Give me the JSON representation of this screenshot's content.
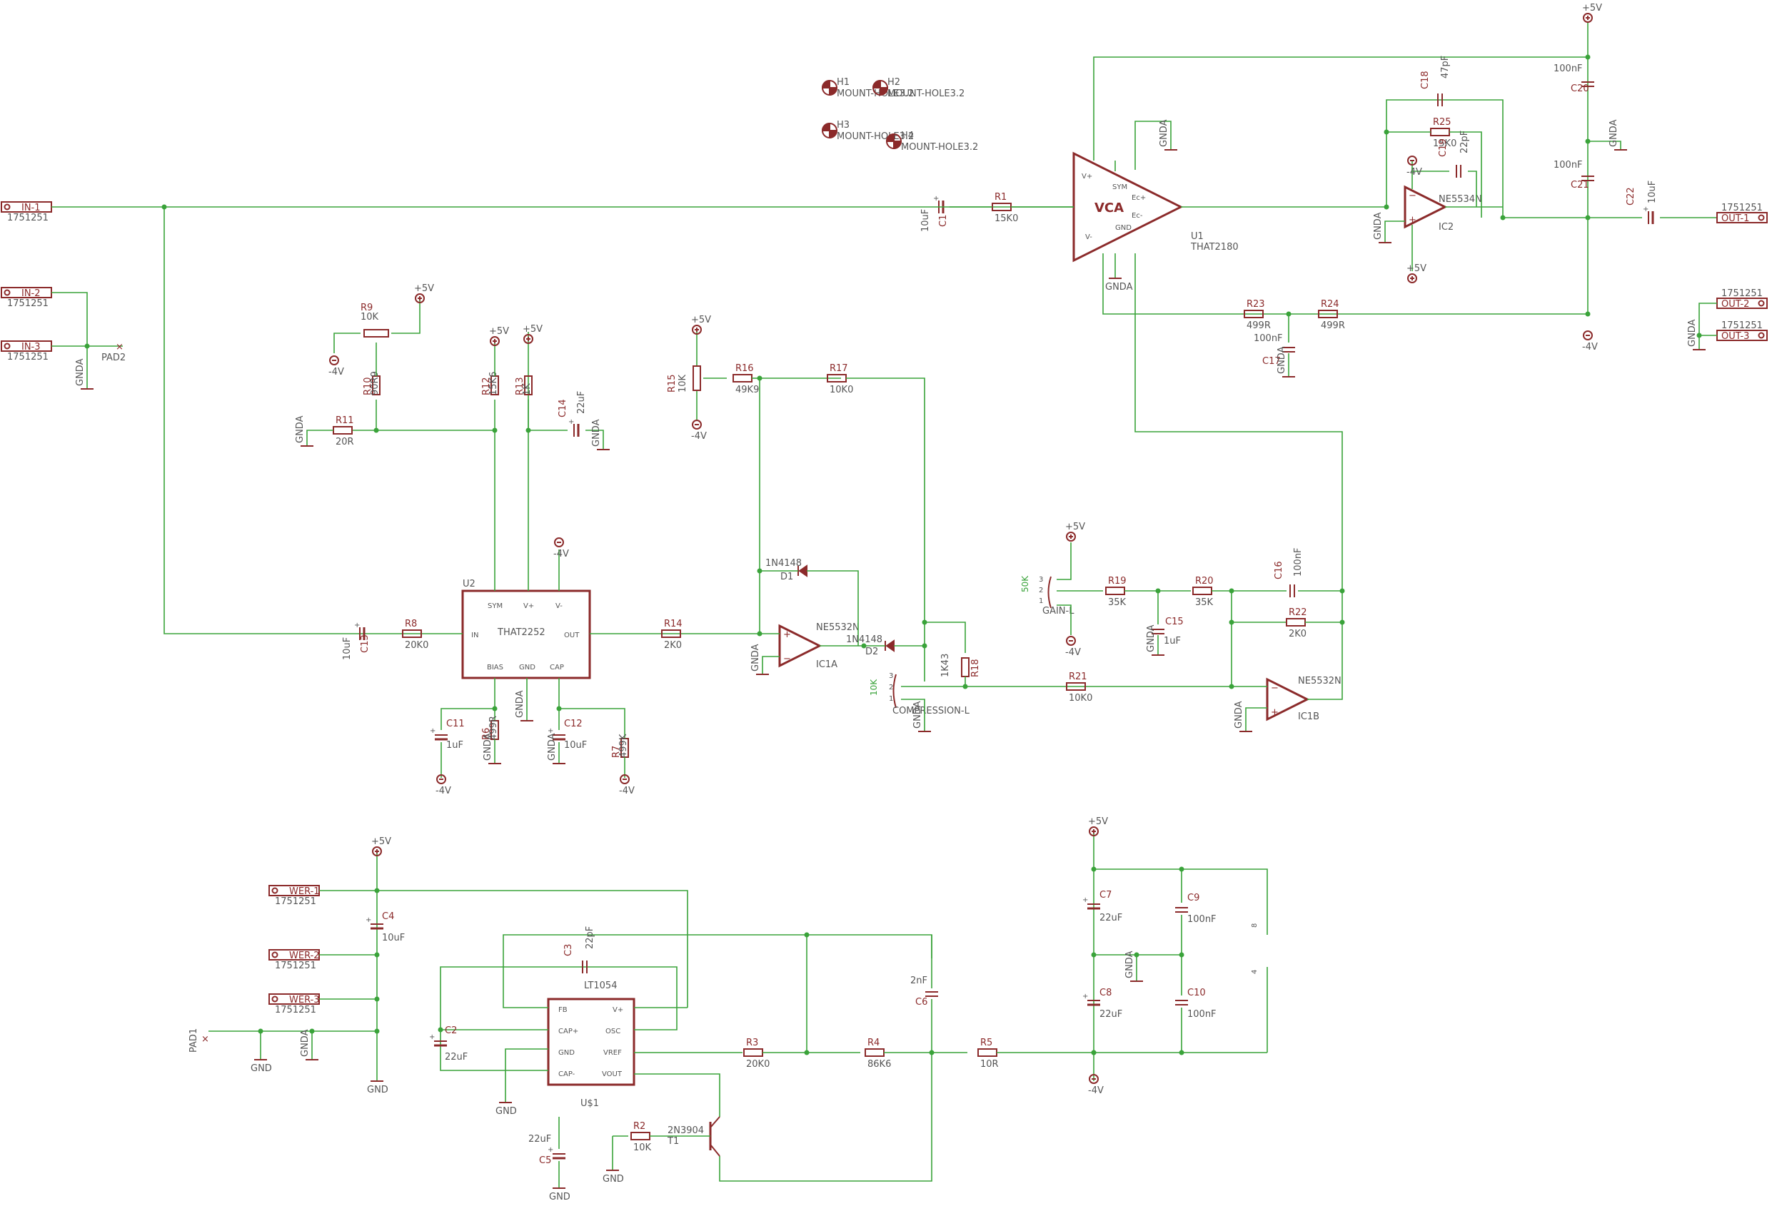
{
  "schematic": {
    "connectors": [
      {
        "name": "IN-1",
        "part": "1751251"
      },
      {
        "name": "IN-2",
        "part": "1751251"
      },
      {
        "name": "IN-3",
        "part": "1751251"
      },
      {
        "name": "OUT-1",
        "part": "1751251"
      },
      {
        "name": "OUT-2",
        "part": "1751251"
      },
      {
        "name": "OUT-3",
        "part": "1751251"
      },
      {
        "name": "WER-1",
        "part": "1751251"
      },
      {
        "name": "WER-2",
        "part": "1751251"
      },
      {
        "name": "WER-3",
        "part": "1751251"
      }
    ],
    "mount_holes": [
      {
        "name": "H1",
        "value": "MOUNT-HOLE3.2"
      },
      {
        "name": "H2",
        "value": "MOUNT-HOLE3.2"
      },
      {
        "name": "H3",
        "value": "MOUNT-HOLE3.2"
      },
      {
        "name": "H4",
        "value": "MOUNT-HOLE3.2"
      }
    ],
    "resistors": [
      {
        "name": "R1",
        "value": "15K0"
      },
      {
        "name": "R2",
        "value": "10K"
      },
      {
        "name": "R3",
        "value": "20K0"
      },
      {
        "name": "R4",
        "value": "86K6"
      },
      {
        "name": "R5",
        "value": "10R"
      },
      {
        "name": "R6",
        "value": "499R"
      },
      {
        "name": "R7",
        "value": "499K"
      },
      {
        "name": "R8",
        "value": "20K0"
      },
      {
        "name": "R9",
        "value": "10K"
      },
      {
        "name": "R10",
        "value": "90R9"
      },
      {
        "name": "R11",
        "value": "20R"
      },
      {
        "name": "R12",
        "value": "15K6"
      },
      {
        "name": "R13",
        "value": "1K"
      },
      {
        "name": "R14",
        "value": "2K0"
      },
      {
        "name": "R15",
        "value": "10K"
      },
      {
        "name": "R16",
        "value": "49K9"
      },
      {
        "name": "R17",
        "value": "10K0"
      },
      {
        "name": "R18",
        "value": "1K43"
      },
      {
        "name": "R19",
        "value": "35K"
      },
      {
        "name": "R20",
        "value": "35K"
      },
      {
        "name": "R21",
        "value": "10K0"
      },
      {
        "name": "R22",
        "value": "2K0"
      },
      {
        "name": "R23",
        "value": "499R"
      },
      {
        "name": "R24",
        "value": "499R"
      },
      {
        "name": "R25",
        "value": "15K0"
      }
    ],
    "capacitors": [
      {
        "name": "C1",
        "value": "10uF"
      },
      {
        "name": "C2",
        "value": "22uF"
      },
      {
        "name": "C3",
        "value": "22pF"
      },
      {
        "name": "C4",
        "value": "10uF"
      },
      {
        "name": "C5",
        "value": "22uF"
      },
      {
        "name": "C6",
        "value": "2nF"
      },
      {
        "name": "C7",
        "value": "22uF"
      },
      {
        "name": "C8",
        "value": "22uF"
      },
      {
        "name": "C9",
        "value": "100nF"
      },
      {
        "name": "C10",
        "value": "100nF"
      },
      {
        "name": "C11",
        "value": "1uF"
      },
      {
        "name": "C12",
        "value": "10uF"
      },
      {
        "name": "C13",
        "value": "10uF"
      },
      {
        "name": "C14",
        "value": "22uF"
      },
      {
        "name": "C15",
        "value": "1uF"
      },
      {
        "name": "C16",
        "value": "100nF"
      },
      {
        "name": "C17",
        "value": "100nF"
      },
      {
        "name": "C18",
        "value": "47pF"
      },
      {
        "name": "C19",
        "value": "22pF"
      },
      {
        "name": "C20",
        "value": "100nF"
      },
      {
        "name": "C21",
        "value": "100nF"
      },
      {
        "name": "C22",
        "value": "10uF"
      }
    ],
    "ics": [
      {
        "name": "U1",
        "value": "THAT2180",
        "title": "VCA"
      },
      {
        "name": "U2",
        "value": "THAT2252"
      },
      {
        "name": "U$1",
        "value": "LT1054"
      },
      {
        "name": "IC1A",
        "value": "NE5532N"
      },
      {
        "name": "IC1B",
        "value": "NE5532N"
      },
      {
        "name": "IC2",
        "value": "NE5534N"
      }
    ],
    "u2_pins": [
      "SYM",
      "V+",
      "V-",
      "IN",
      "OUT",
      "BIAS",
      "GND",
      "CAP"
    ],
    "u1_pins": [
      "V+",
      "SYM",
      "Ec+",
      "Ec-",
      "GND",
      "V-"
    ],
    "lt1054_pins": [
      "FB",
      "V+",
      "CAP+",
      "OSC",
      "GND",
      "VREF",
      "CAP-",
      "VOUT"
    ],
    "diodes": [
      {
        "name": "D1",
        "value": "1N4148"
      },
      {
        "name": "D2",
        "value": "1N4148"
      }
    ],
    "transistor": {
      "name": "T1",
      "value": "2N3904"
    },
    "pots": [
      {
        "name": "GAIN-L",
        "value": "50K"
      },
      {
        "name": "COMPRESSION-L",
        "value": "10K"
      }
    ],
    "pads": [
      "PAD1",
      "PAD2"
    ],
    "supplies": {
      "pos": "+5V",
      "neg": "-4V",
      "agnd": "GNDA",
      "gnd": "GND"
    }
  }
}
